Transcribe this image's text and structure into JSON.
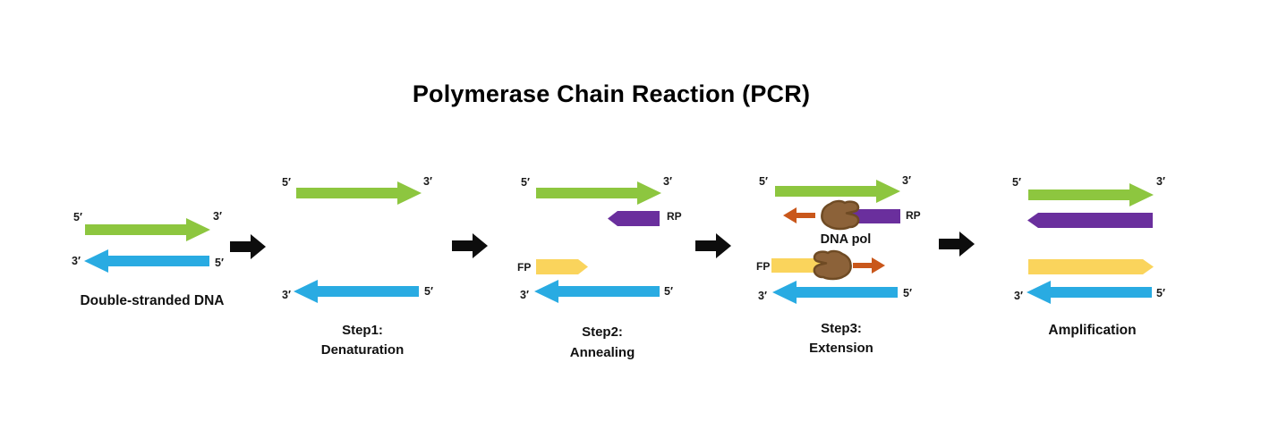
{
  "title": "Polymerase Chain Reaction (PCR)",
  "colors": {
    "green": "#8DC63F",
    "blue": "#29ABE2",
    "purple": "#6A2F9D",
    "yellow": "#FAD45C",
    "orange": "#C9571B",
    "brown": "#8C6239",
    "brown_outline": "#6F4B24",
    "black_arrow": "#0D0D0D"
  },
  "labels": {
    "five_prime": "5′",
    "three_prime": "3′",
    "rp": "RP",
    "fp": "FP",
    "dna_pol": "DNA pol"
  },
  "panels": {
    "dsdna": {
      "caption": "Double-stranded DNA"
    },
    "step1": {
      "caption_line1": "Step1:",
      "caption_line2": "Denaturation"
    },
    "step2": {
      "caption_line1": "Step2:",
      "caption_line2": "Annealing"
    },
    "step3": {
      "caption_line1": "Step3:",
      "caption_line2": "Extension"
    },
    "amplification": {
      "caption": "Amplification"
    }
  }
}
